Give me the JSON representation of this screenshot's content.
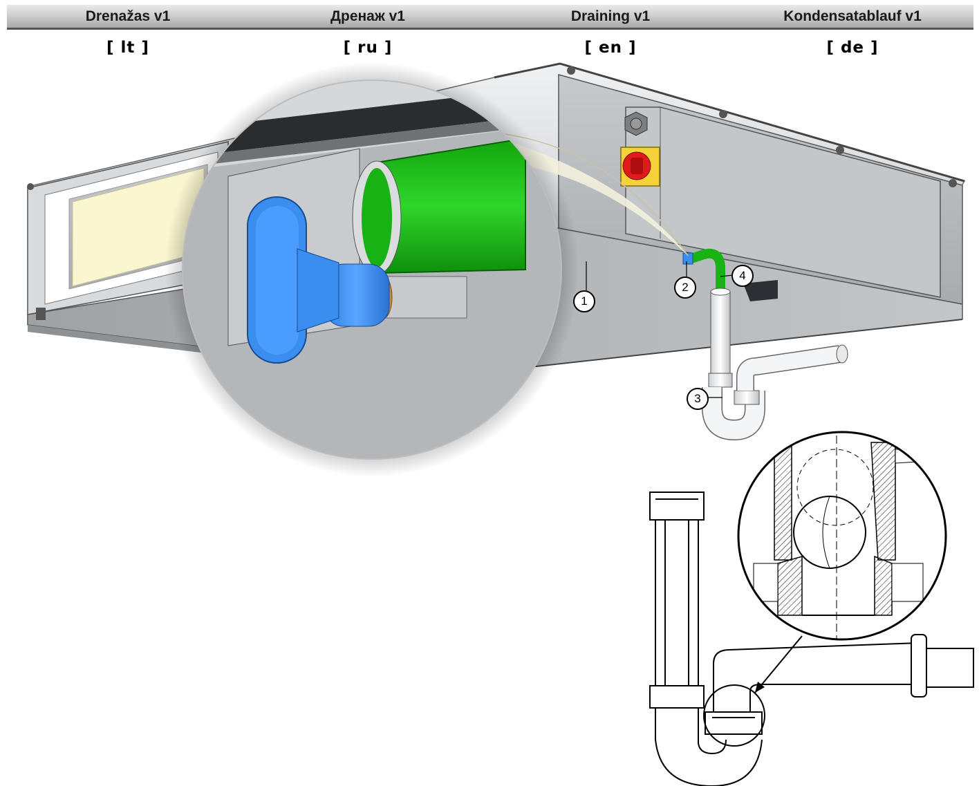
{
  "tabs": [
    {
      "title": "Drenažas v1",
      "code": "[ lt ]"
    },
    {
      "title": "Дренаж v1",
      "code": "[ ru ]"
    },
    {
      "title": "Draining v1",
      "code": "[ en ]"
    },
    {
      "title": "Kondensatablauf v1",
      "code": "[ de ]"
    }
  ],
  "callouts": [
    "1",
    "2",
    "3",
    "4"
  ],
  "colors": {
    "pipe_green": "#19b214",
    "valve_blue": "#3a8ef0",
    "panel_yellow": "#faf6cf",
    "switch_red": "#e01b1b",
    "switch_yellow": "#f5d23a",
    "body_grey": "#b9bcc0"
  }
}
